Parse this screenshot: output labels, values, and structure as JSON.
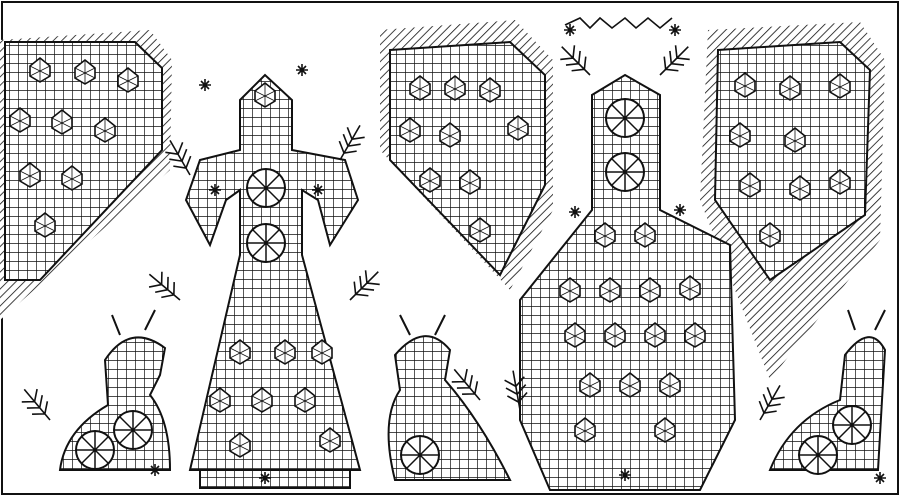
{
  "image": {
    "kind": "black-and-white folk embroidery ornament",
    "palette": {
      "ink": "#111111",
      "paper": "#ffffff"
    },
    "motifs": [
      "lattice-panel-left",
      "goddess-figure",
      "wing-panel-center-left",
      "central-tower-figure",
      "wing-panel-right",
      "bird-left",
      "bird-center",
      "bird-right",
      "hatching-fringe",
      "sprig",
      "rosette",
      "star"
    ]
  }
}
